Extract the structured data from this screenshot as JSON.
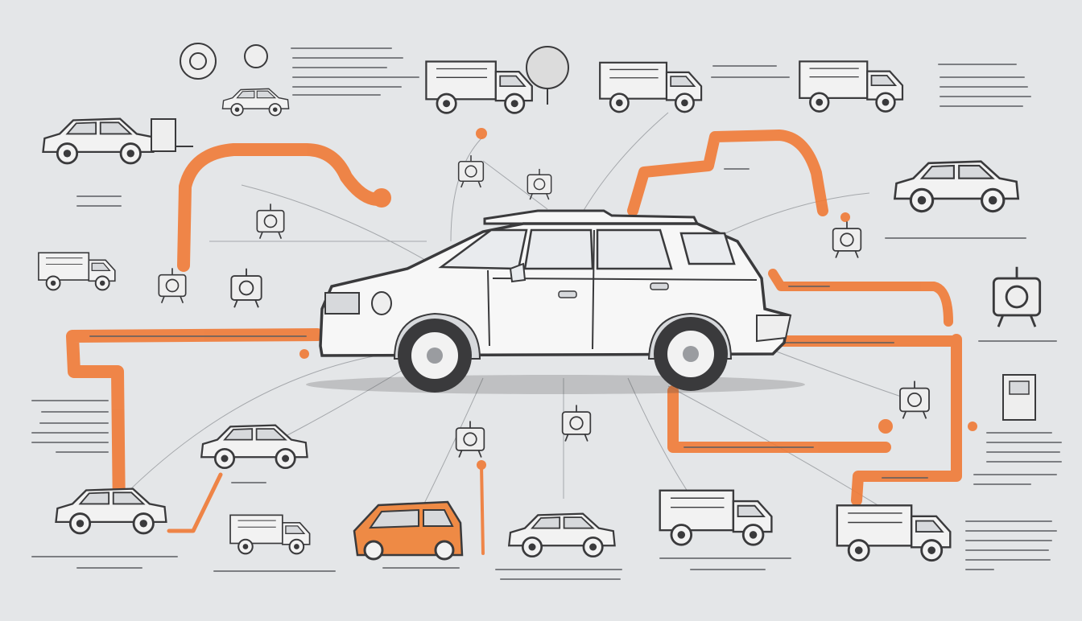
{
  "colors": {
    "background": "#e4e6e8",
    "accent": "#f07a36",
    "ink": "#3a3a3c",
    "car_body": "#f7f7f7",
    "highlight_car": "#ee8a45"
  },
  "hub": {
    "icon": "suv-icon"
  },
  "nodes": [
    {
      "id": "n1",
      "icon": "hatchback-with-equipment-icon"
    },
    {
      "id": "n2",
      "icon": "workshop-cart-icon"
    },
    {
      "id": "n3",
      "icon": "tow-truck-icon"
    },
    {
      "id": "n4",
      "icon": "service-van-icon"
    },
    {
      "id": "n5",
      "icon": "pickup-truck-icon"
    },
    {
      "id": "n6",
      "icon": "sedan-icon"
    },
    {
      "id": "n7",
      "icon": "utility-truck-icon"
    },
    {
      "id": "n8",
      "icon": "engine-part-icon"
    },
    {
      "id": "n9",
      "icon": "sports-car-icon"
    },
    {
      "id": "n10",
      "icon": "compact-car-icon"
    },
    {
      "id": "n11",
      "icon": "tractor-icon"
    },
    {
      "id": "n12",
      "icon": "orange-minivan-icon"
    },
    {
      "id": "n13",
      "icon": "station-wagon-icon"
    },
    {
      "id": "n14",
      "icon": "box-truck-icon"
    },
    {
      "id": "n15",
      "icon": "pickup-truck-icon"
    },
    {
      "id": "n16",
      "icon": "machinery-icon"
    },
    {
      "id": "n17",
      "icon": "fuel-pump-icon"
    }
  ],
  "pipes": {
    "count": 5,
    "color": "#f07a36"
  }
}
